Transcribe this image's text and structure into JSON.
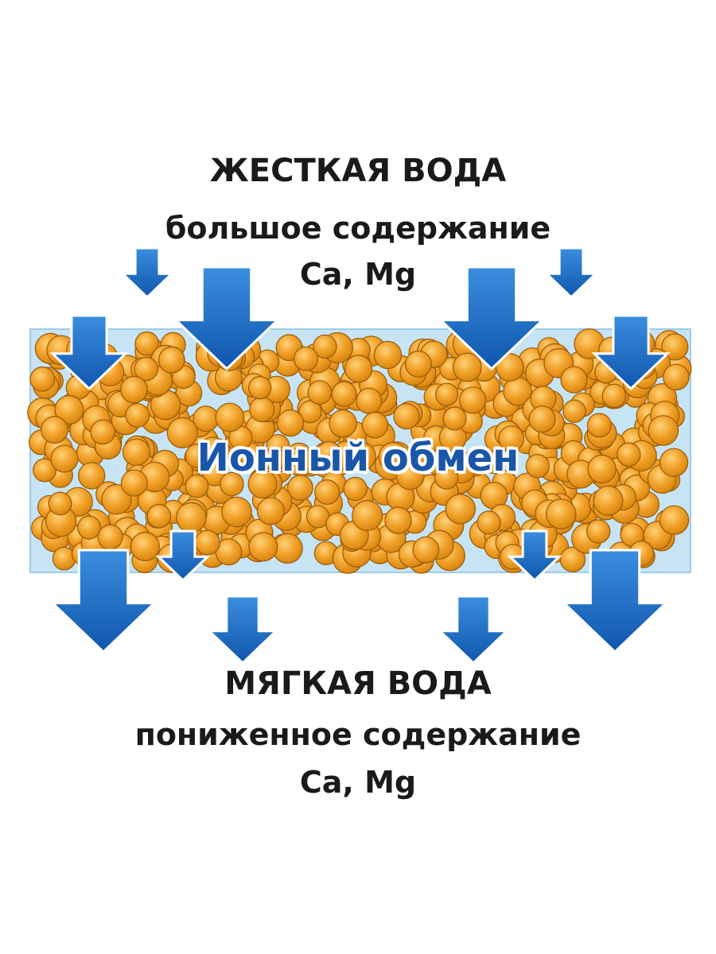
{
  "top_label": {
    "title": "ЖЕСТКАЯ ВОДА",
    "line2": "большое содержание",
    "line3": "Ca, Mg"
  },
  "center_label": "Ионный обмен",
  "bottom_label": {
    "title": "МЯГКАЯ ВОДА",
    "line2": "пониженное содержание",
    "line3": "Ca, Mg"
  },
  "colors": {
    "arrow_blue": "#1f6fc6",
    "arrow_blue_dark": "#0d4a94",
    "filter_band": "#c6e4f3",
    "bead_orange": "#f1a22a",
    "bead_outline": "#9a5a0a",
    "center_text": "#1a56a8"
  },
  "icons": [
    "arrow-down-icon",
    "ion-exchange-bead-icon"
  ]
}
